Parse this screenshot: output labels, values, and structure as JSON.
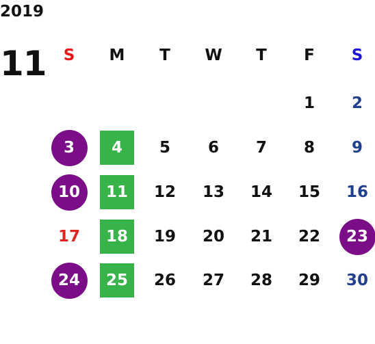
{
  "calendar": {
    "year": "2019",
    "month": "11",
    "weekdays": [
      {
        "label": "S",
        "color": "#e8161b"
      },
      {
        "label": "M",
        "color": "#111111"
      },
      {
        "label": "T",
        "color": "#111111"
      },
      {
        "label": "W",
        "color": "#111111"
      },
      {
        "label": "T",
        "color": "#111111"
      },
      {
        "label": "F",
        "color": "#111111"
      },
      {
        "label": "S",
        "color": "#1d14d9"
      }
    ],
    "weeks": [
      [
        null,
        null,
        null,
        null,
        null,
        {
          "day": "1"
        },
        {
          "day": "2",
          "color": "#1f3f8f"
        }
      ],
      [
        {
          "day": "3",
          "style": "circle"
        },
        {
          "day": "4",
          "style": "square"
        },
        {
          "day": "5"
        },
        {
          "day": "6"
        },
        {
          "day": "7"
        },
        {
          "day": "8"
        },
        {
          "day": "9",
          "color": "#1f3f8f"
        }
      ],
      [
        {
          "day": "10",
          "style": "circle"
        },
        {
          "day": "11",
          "style": "square"
        },
        {
          "day": "12"
        },
        {
          "day": "13"
        },
        {
          "day": "14"
        },
        {
          "day": "15"
        },
        {
          "day": "16",
          "color": "#1f3f8f"
        }
      ],
      [
        {
          "day": "17",
          "color": "#e0251f"
        },
        {
          "day": "18",
          "style": "square"
        },
        {
          "day": "19"
        },
        {
          "day": "20"
        },
        {
          "day": "21"
        },
        {
          "day": "22"
        },
        {
          "day": "23",
          "style": "circle"
        }
      ],
      [
        {
          "day": "24",
          "style": "circle"
        },
        {
          "day": "25",
          "style": "square"
        },
        {
          "day": "26"
        },
        {
          "day": "27"
        },
        {
          "day": "28"
        },
        {
          "day": "29"
        },
        {
          "day": "30",
          "color": "#1f3f8f"
        }
      ]
    ],
    "colors": {
      "circle_fill": "#7b0d88",
      "square_fill": "#37b34a",
      "text_default": "#111111"
    }
  }
}
